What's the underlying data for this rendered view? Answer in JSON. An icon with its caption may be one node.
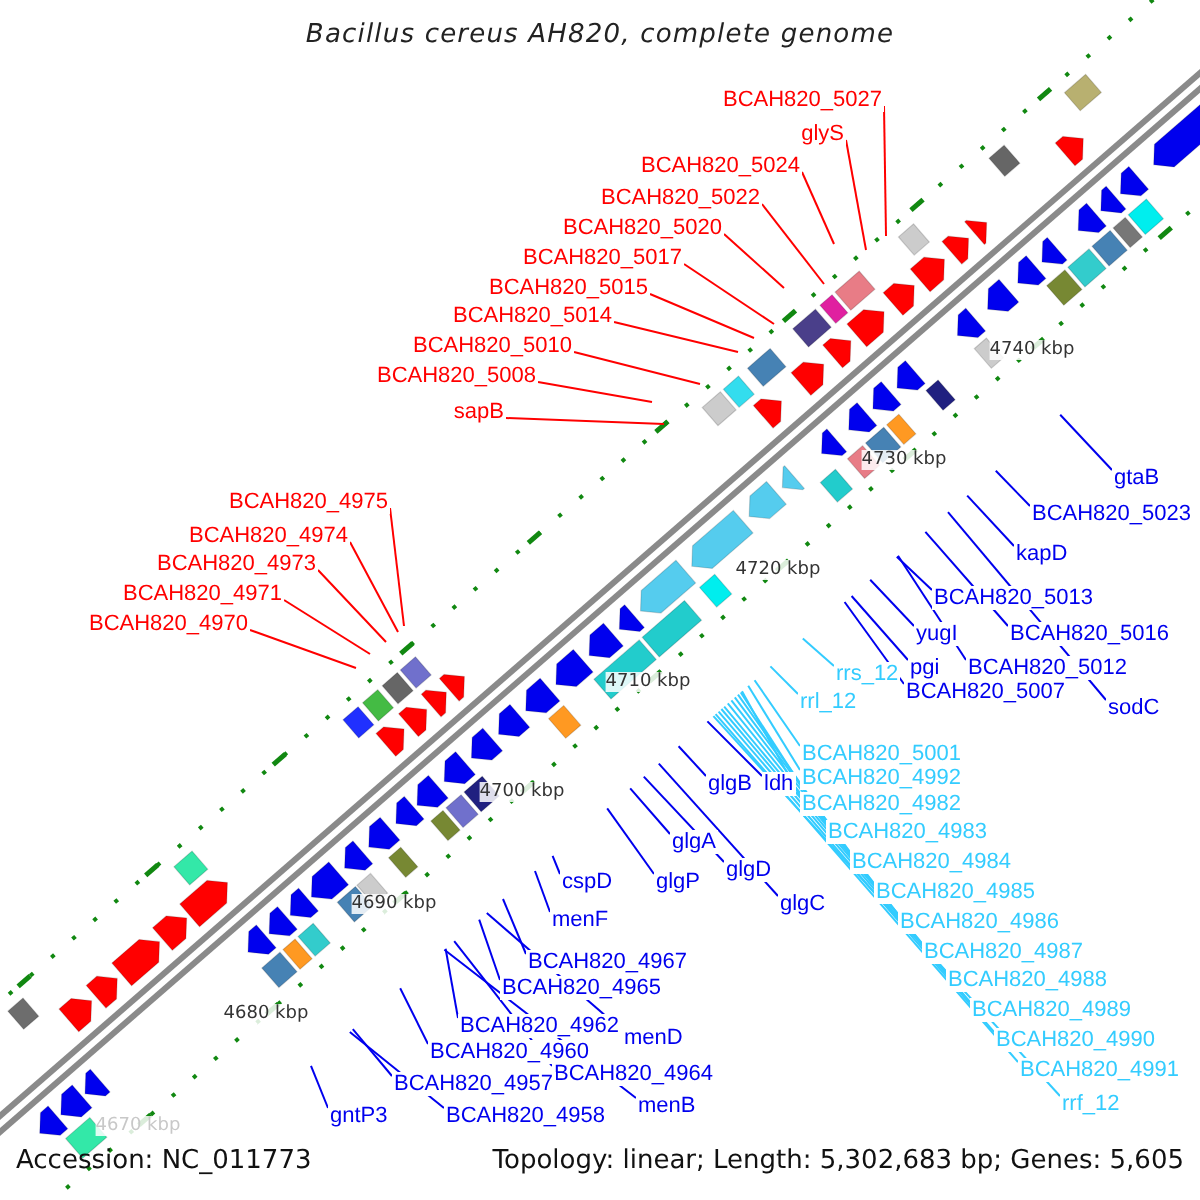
{
  "diagram": {
    "title": "Bacillus cereus AH820, complete genome",
    "nodes": [
      {
        "text": [
          "BCAH820_5027"
        ]
      },
      {
        "text": [
          "glyS"
        ]
      },
      {
        "text": [
          "BCAH820_5024"
        ]
      },
      {
        "text": [
          "BCAH820_5022"
        ]
      },
      {
        "text": [
          "BCAH820_5020"
        ]
      },
      {
        "text": [
          "BCAH820_5017"
        ]
      },
      {
        "text": [
          "BCAH820_5015"
        ]
      },
      {
        "text": [
          "BCAH820_5014"
        ]
      },
      {
        "text": [
          "BCAH820_5010"
        ]
      },
      {
        "text": [
          "BCAH820_5008"
        ]
      },
      {
        "text": [
          "sapB"
        ]
      },
      {
        "text": [
          "BCAH820_4975"
        ]
      },
      {
        "text": [
          "BCAH820_4974"
        ]
      },
      {
        "text": [
          "BCAH820_4973"
        ]
      },
      {
        "text": [
          "BCAH820_4971"
        ]
      },
      {
        "text": [
          "BCAH820_4970"
        ]
      },
      {
        "text": [
          "gtaB"
        ]
      },
      {
        "text": [
          "BCAH820_5023"
        ]
      },
      {
        "text": [
          "kapD"
        ]
      },
      {
        "text": [
          "BCAH820_5013"
        ]
      },
      {
        "text": [
          "BCAH820_5016"
        ]
      },
      {
        "text": [
          "yugI"
        ]
      },
      {
        "text": [
          "pgi"
        ]
      },
      {
        "text": [
          "BCAH820_5012"
        ]
      },
      {
        "text": [
          "BCAH820_5007"
        ]
      },
      {
        "text": [
          "sodC"
        ]
      },
      {
        "text": [
          "rrs_12"
        ]
      },
      {
        "text": [
          "rrl_12"
        ]
      },
      {
        "text": [
          "BCAH820_5001"
        ]
      },
      {
        "text": [
          "BCAH820_4992"
        ]
      },
      {
        "text": [
          "BCAH820_4982"
        ]
      },
      {
        "text": [
          "BCAH820_4983"
        ]
      },
      {
        "text": [
          "BCAH820_4984"
        ]
      },
      {
        "text": [
          "BCAH820_4985"
        ]
      },
      {
        "text": [
          "BCAH820_4986"
        ]
      },
      {
        "text": [
          "BCAH820_4987"
        ]
      },
      {
        "text": [
          "BCAH820_4988"
        ]
      },
      {
        "text": [
          "BCAH820_4989"
        ]
      },
      {
        "text": [
          "BCAH820_4990"
        ]
      },
      {
        "text": [
          "BCAH820_4991"
        ]
      },
      {
        "text": [
          "rrf_12"
        ]
      },
      {
        "text": [
          "glgB"
        ]
      },
      {
        "text": [
          "ldh"
        ]
      },
      {
        "text": [
          "glgA"
        ]
      },
      {
        "text": [
          "glgD"
        ]
      },
      {
        "text": [
          "glgP"
        ]
      },
      {
        "text": [
          "glgC"
        ]
      },
      {
        "text": [
          "cspD"
        ]
      },
      {
        "text": [
          "menF"
        ]
      },
      {
        "text": [
          "BCAH820_4967"
        ]
      },
      {
        "text": [
          "BCAH820_4965"
        ]
      },
      {
        "text": [
          "BCAH820_4962"
        ]
      },
      {
        "text": [
          "menD"
        ]
      },
      {
        "text": [
          "BCAH820_4960"
        ]
      },
      {
        "text": [
          "BCAH820_4964"
        ]
      },
      {
        "text": [
          "BCAH820_4957"
        ]
      },
      {
        "text": [
          "menB"
        ]
      },
      {
        "text": [
          "BCAH820_4958"
        ]
      },
      {
        "text": [
          "gntP3"
        ]
      }
    ],
    "edges": [
      {
        "from": 0,
        "to": null,
        "arrow": "none",
        "color": "#ff0000"
      },
      {
        "from": 1,
        "to": null,
        "arrow": "none",
        "color": "#ff0000"
      },
      {
        "from": 2,
        "to": null,
        "arrow": "none",
        "color": "#ff0000"
      },
      {
        "from": 3,
        "to": null,
        "arrow": "none",
        "color": "#ff0000"
      },
      {
        "from": 4,
        "to": null,
        "arrow": "none",
        "color": "#ff0000"
      },
      {
        "from": 5,
        "to": null,
        "arrow": "none",
        "color": "#ff0000"
      },
      {
        "from": 6,
        "to": null,
        "arrow": "none",
        "color": "#ff0000"
      },
      {
        "from": 7,
        "to": null,
        "arrow": "none",
        "color": "#ff0000"
      },
      {
        "from": 8,
        "to": null,
        "arrow": "none",
        "color": "#ff0000"
      },
      {
        "from": 9,
        "to": null,
        "arrow": "none",
        "color": "#ff0000"
      },
      {
        "from": 10,
        "to": null,
        "arrow": "none",
        "color": "#ff0000"
      },
      {
        "from": 11,
        "to": null,
        "arrow": "none",
        "color": "#ff0000"
      },
      {
        "from": 12,
        "to": null,
        "arrow": "none",
        "color": "#ff0000"
      },
      {
        "from": 13,
        "to": null,
        "arrow": "none",
        "color": "#ff0000"
      },
      {
        "from": 14,
        "to": null,
        "arrow": "none",
        "color": "#ff0000"
      },
      {
        "from": 15,
        "to": null,
        "arrow": "none",
        "color": "#ff0000"
      },
      {
        "from": 16,
        "to": null,
        "arrow": "none"
      },
      {
        "from": 17,
        "to": null,
        "arrow": "none"
      },
      {
        "from": 18,
        "to": null,
        "arrow": "none"
      },
      {
        "from": 19,
        "to": null,
        "arrow": "none"
      },
      {
        "from": 20,
        "to": null,
        "arrow": "none"
      },
      {
        "from": 21,
        "to": null,
        "arrow": "none"
      },
      {
        "from": 22,
        "to": null,
        "arrow": "none"
      },
      {
        "from": 23,
        "to": null,
        "arrow": "none"
      },
      {
        "from": 24,
        "to": null,
        "arrow": "none"
      },
      {
        "from": 25,
        "to": null,
        "arrow": "none"
      },
      {
        "from": 26,
        "to": null,
        "arrow": "none",
        "color": "#33ccff"
      },
      {
        "from": 27,
        "to": null,
        "arrow": "none",
        "color": "#33ccff"
      },
      {
        "from": 28,
        "to": null,
        "arrow": "none",
        "color": "#33ccff"
      },
      {
        "from": 29,
        "to": null,
        "arrow": "none",
        "color": "#33ccff"
      },
      {
        "from": 30,
        "to": null,
        "arrow": "none",
        "color": "#33ccff"
      },
      {
        "from": 31,
        "to": null,
        "arrow": "none",
        "color": "#33ccff"
      },
      {
        "from": 32,
        "to": null,
        "arrow": "none",
        "color": "#33ccff"
      },
      {
        "from": 33,
        "to": null,
        "arrow": "none",
        "color": "#33ccff"
      },
      {
        "from": 34,
        "to": null,
        "arrow": "none",
        "color": "#33ccff"
      },
      {
        "from": 35,
        "to": null,
        "arrow": "none",
        "color": "#33ccff"
      },
      {
        "from": 36,
        "to": null,
        "arrow": "none",
        "color": "#33ccff"
      },
      {
        "from": 37,
        "to": null,
        "arrow": "none",
        "color": "#33ccff"
      },
      {
        "from": 38,
        "to": null,
        "arrow": "none",
        "color": "#33ccff"
      },
      {
        "from": 39,
        "to": null,
        "arrow": "none",
        "color": "#33ccff"
      },
      {
        "from": 40,
        "to": null,
        "arrow": "none",
        "color": "#33ccff"
      },
      {
        "from": 41,
        "to": null,
        "arrow": "none"
      },
      {
        "from": 42,
        "to": null,
        "arrow": "none"
      },
      {
        "from": 43,
        "to": null,
        "arrow": "none"
      },
      {
        "from": 44,
        "to": null,
        "arrow": "none"
      },
      {
        "from": 45,
        "to": null,
        "arrow": "none"
      },
      {
        "from": 46,
        "to": null,
        "arrow": "none"
      },
      {
        "from": 47,
        "to": null,
        "arrow": "none"
      },
      {
        "from": 48,
        "to": null,
        "arrow": "none"
      },
      {
        "from": 49,
        "to": null,
        "arrow": "none"
      },
      {
        "from": 50,
        "to": null,
        "arrow": "none"
      },
      {
        "from": 51,
        "to": null,
        "arrow": "none"
      },
      {
        "from": 52,
        "to": null,
        "arrow": "none"
      },
      {
        "from": 53,
        "to": null,
        "arrow": "none"
      },
      {
        "from": 54,
        "to": null,
        "arrow": "none"
      },
      {
        "from": 55,
        "to": null,
        "arrow": "none"
      },
      {
        "from": 56,
        "to": null,
        "arrow": "none"
      },
      {
        "from": 57,
        "to": null,
        "arrow": "none"
      },
      {
        "from": 58,
        "to": null,
        "arrow": "none"
      }
    ],
    "labels": [
      "4740 kbp",
      "4730 kbp",
      "4720 kbp",
      "4710 kbp",
      "4700 kbp",
      "4690 kbp",
      "4680 kbp",
      "4670 kbp",
      "Accession: NC_011773",
      "Topology: linear; Length: 5,302,683 bp; Genes: 5,605"
    ]
  }
}
